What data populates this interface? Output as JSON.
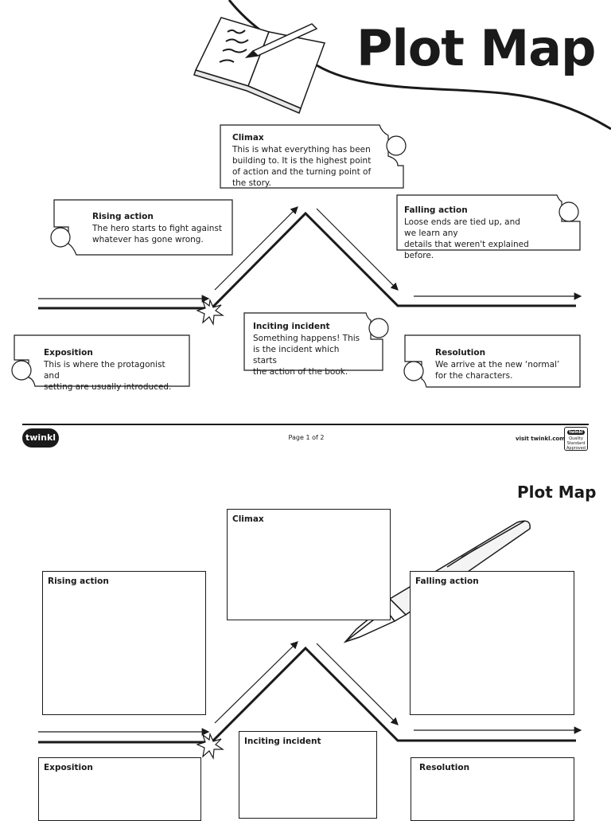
{
  "page1": {
    "title": "Plot Map",
    "cards": {
      "climax": {
        "heading": "Climax",
        "text": "This is what everything has been\nbuilding to. It is the highest point\nof action and the turning point of\nthe story."
      },
      "rising": {
        "heading": "Rising action",
        "text": "The hero starts to fight against\nwhatever has gone wrong."
      },
      "falling": {
        "heading": "Falling action",
        "text": "Loose ends are tied up, and\nwe learn any\ndetails that weren't explained before."
      },
      "inciting": {
        "heading": "Inciting incident",
        "text": "Something happens! This\nis the incident which starts\nthe action of the book."
      },
      "exposition": {
        "heading": "Exposition",
        "text": "This is where the protagonist and\nsetting are usually introduced."
      },
      "resolution": {
        "heading": "Resolution",
        "text": "We arrive at the new ‘normal’\nfor the characters."
      }
    },
    "footer": {
      "logo": "twinkl",
      "page": "Page 1 of 2",
      "visit": "visit twinkl.com",
      "badge_top": "twinkl",
      "badge_bottom": "Quality Standard\nApproved"
    }
  },
  "page2": {
    "title": "Plot Map",
    "boxes": {
      "climax": "Climax",
      "rising": "Rising action",
      "falling": "Falling action",
      "inciting": "Inciting incident",
      "exposition": "Exposition",
      "resolution": "Resolution"
    }
  },
  "icons": [
    "book-pen-icon",
    "fountain-pen-icon",
    "starburst-icon"
  ],
  "colors": {
    "ink": "#1a1a1a",
    "paper": "#ffffff"
  }
}
